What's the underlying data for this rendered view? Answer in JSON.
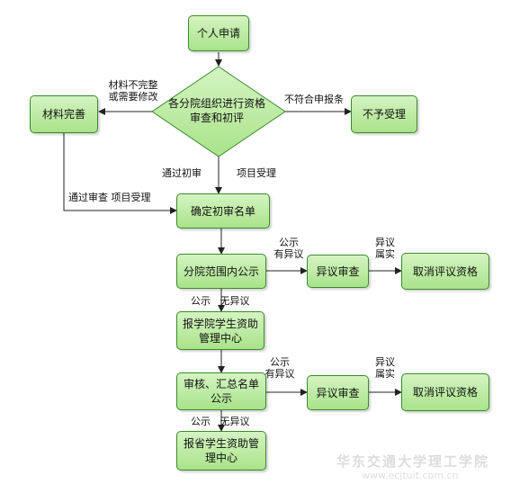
{
  "nodes": {
    "apply": "个人申请",
    "review": "各分院组织进行资格审查和初评",
    "improve": "材料完善",
    "reject": "不予受理",
    "confirm_list": "确定初审名单",
    "publicize": "分院范围内公示",
    "objection_review_1": "异议审查",
    "cancel_1": "取消评议资格",
    "report_school": "报学院学生资助管理中心",
    "audit_publicize": "审核、汇总名单公示",
    "objection_review_2": "异议审查",
    "cancel_2": "取消评议资格",
    "report_province": "报省学生资助管理中心"
  },
  "labels": {
    "incomplete": "材料不完整\n或需要修改",
    "not_qualified": "不符合申报条",
    "passed_initial": "通过初审",
    "accepted_1": "项目受理",
    "passed_review_accepted": "通过审查 项目受理",
    "publicize_objection_1": "公示\n有异议",
    "confirmed_1": "异议\n属实",
    "publicize_no_objection_1": "公示   无异议",
    "publicize_objection_2": "公示\n有异议",
    "confirmed_2": "异议\n属实",
    "publicize_no_objection_2": "公示   无异议"
  },
  "watermark": {
    "text": "华东交通大学理工学院",
    "url": "www.ecjtuit.com.cn"
  },
  "colors": {
    "node_fill_top": "#d4f4c2",
    "node_fill_bottom": "#a9e38a",
    "node_border": "#3b8a2b",
    "line": "#222222"
  }
}
